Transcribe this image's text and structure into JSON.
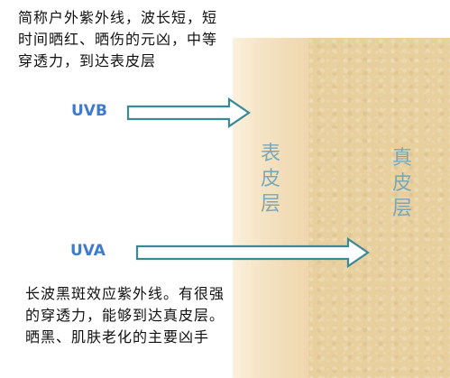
{
  "uvb": {
    "label": "UVB",
    "description": "简称户外紫外线，波长短，短时间晒红、晒伤的元凶，中等穿透力，到达表皮层"
  },
  "uva": {
    "label": "UVA",
    "description": "长波黑斑效应紫外线。有很强的穿透力，能够到达真皮层。晒黑、肌肤老化的主要凶手"
  },
  "layers": {
    "epidermis": "表皮层",
    "dermis": "真皮层"
  },
  "colors": {
    "uv_label": "#3f7ad0",
    "arrow_stroke": "#3a8a96",
    "layer_label": "#7aa8b9",
    "epidermis": "#f5e3c3",
    "dermis": "#e8cf9e"
  }
}
